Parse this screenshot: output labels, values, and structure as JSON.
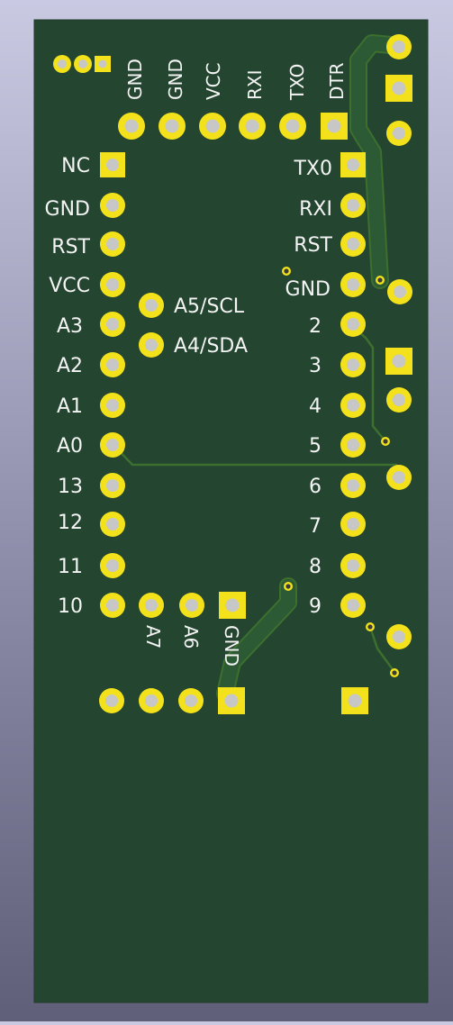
{
  "board": {
    "colors": {
      "substrate": "#244530",
      "edge": "#1f3a28",
      "copper": "#2b5a34",
      "copper_edge": "#3d6f2e",
      "pad": "#f3e21b",
      "hole": "#c7c7c7",
      "silkscreen": "#f4f4f4"
    }
  },
  "headers": {
    "top_row": [
      "GND",
      "GND",
      "VCC",
      "RXI",
      "TXO",
      "DTR"
    ],
    "left_column": [
      "NC",
      "GND",
      "RST",
      "VCC",
      "A3",
      "A2",
      "A1",
      "A0",
      "13",
      "12",
      "11",
      "10"
    ],
    "right_column": [
      "TX0",
      "RXI",
      "RST",
      "GND",
      "2",
      "3",
      "4",
      "5",
      "6",
      "7",
      "8",
      "9"
    ],
    "i2c": [
      "A5/SCL",
      "A4/SDA"
    ],
    "bottom_vertical": [
      "A7",
      "A6",
      "GND"
    ]
  }
}
